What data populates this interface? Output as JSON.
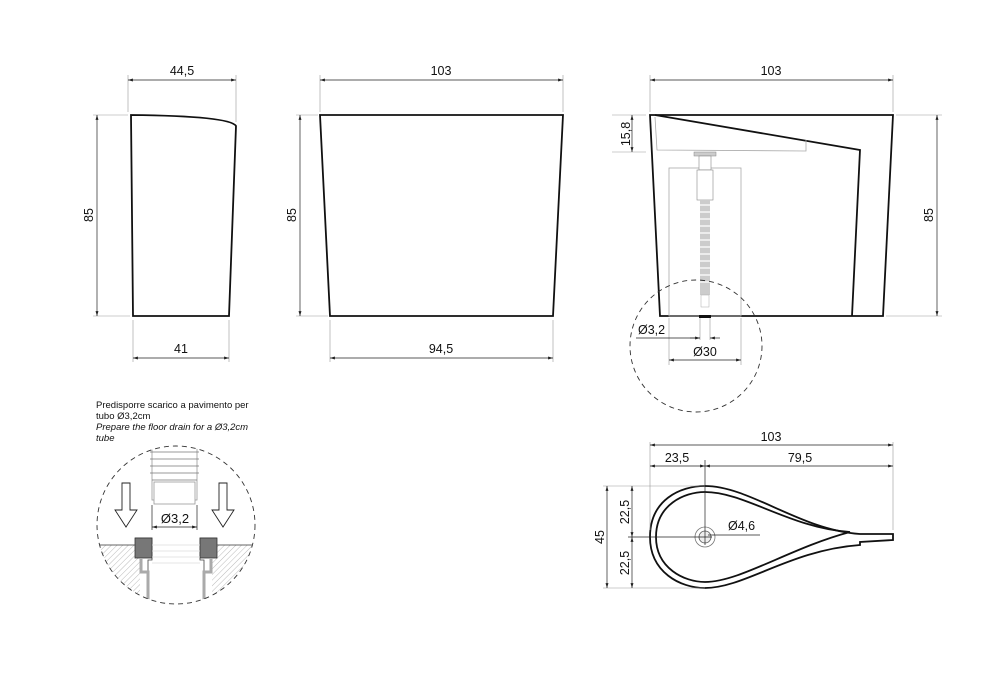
{
  "side_view": {
    "top_width": "44,5",
    "height": "85",
    "bottom_width": "41"
  },
  "front_view": {
    "top_width": "103",
    "height": "85",
    "bottom_width": "94,5"
  },
  "section_view": {
    "top_width": "103",
    "basin_depth": "15,8",
    "height": "85",
    "pipe_diameter": "Ø3,2",
    "box_width": "Ø30"
  },
  "plan_view": {
    "total_length": "103",
    "drain_offset": "23,5",
    "tail_length": "79,5",
    "width": "45",
    "half_top": "22,5",
    "half_bottom": "22,5",
    "drain_diameter": "Ø4,6"
  },
  "detail": {
    "note_it": "Predisporre scarico a pavimento per tubo Ø3,2cm",
    "note_en": "Prepare the floor drain for a Ø3,2cm tube",
    "tube_diameter": "Ø3,2"
  }
}
